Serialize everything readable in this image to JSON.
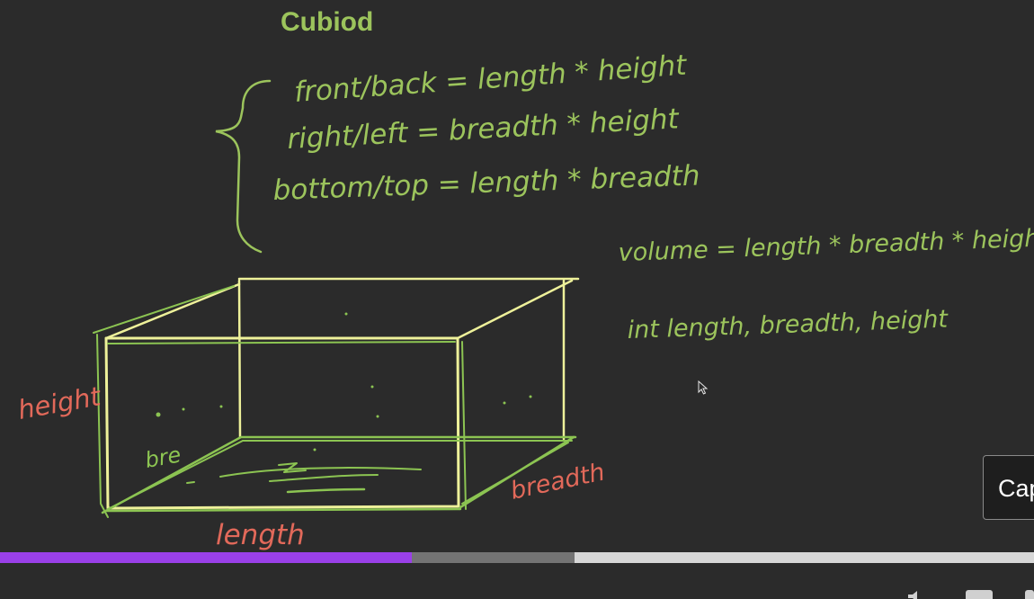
{
  "title": "Cubiod",
  "formulas": {
    "front_back": "front/back = length * height",
    "right_left": "right/left = breadth * height",
    "bottom_top": "bottom/top = length * breadth",
    "volume": "volume = length * breadth * height",
    "declaration": "int length, breadth, height"
  },
  "dimension_labels": {
    "height": "height",
    "length": "length",
    "breadth": "breadth",
    "inner_breadth": "bre"
  },
  "player": {
    "progress_played": 0.398,
    "progress_buffered": 0.556,
    "caption_button_label": "Cap"
  },
  "colors": {
    "background": "#2b2b2b",
    "ink_green": "#9cc45c",
    "ink_yellow": "#eef19a",
    "ink_red": "#e2695a",
    "progress_played": "#9a40e8"
  }
}
